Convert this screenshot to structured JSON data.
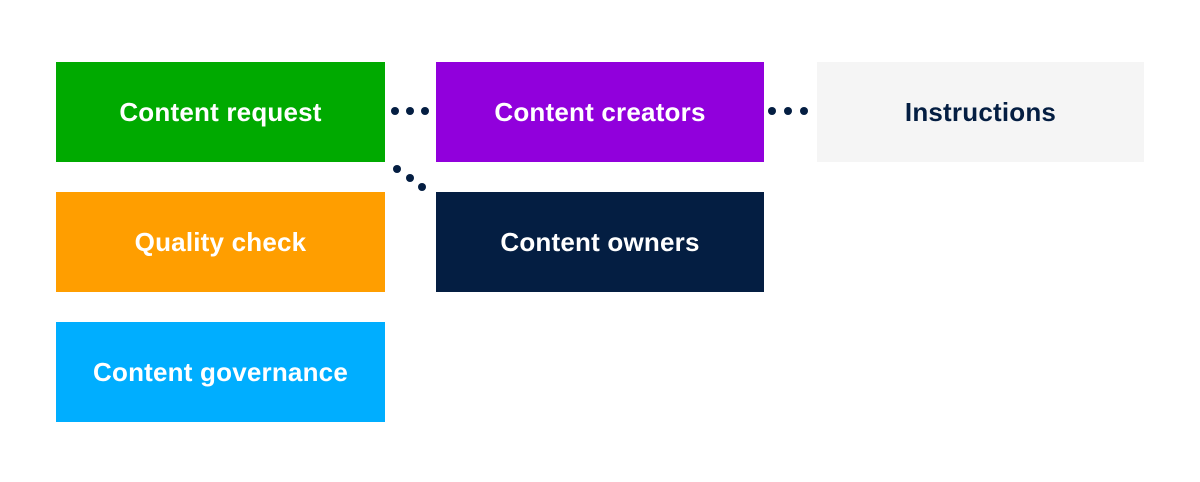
{
  "diagram": {
    "description": "Content workflow diagram with six labeled blocks connected by dotted links",
    "boxes": [
      {
        "id": "content-request",
        "label": "Content request",
        "bg": "#00AA00",
        "fg": "#FFFFFF"
      },
      {
        "id": "content-creators",
        "label": "Content creators",
        "bg": "#9100DC",
        "fg": "#FFFFFF"
      },
      {
        "id": "instructions",
        "label": "Instructions",
        "bg": "#F5F5F5",
        "fg": "#041E42"
      },
      {
        "id": "quality-check",
        "label": "Quality check",
        "bg": "#FF9E00",
        "fg": "#FFFFFF"
      },
      {
        "id": "content-owners",
        "label": "Content owners",
        "bg": "#041E42",
        "fg": "#FFFFFF"
      },
      {
        "id": "content-governance",
        "label": "Content governance",
        "bg": "#00AEFF",
        "fg": "#FFFFFF"
      }
    ],
    "connectors": [
      {
        "from": "content-request",
        "to": "content-creators",
        "style": "dotted",
        "dots": 3,
        "orientation": "horizontal",
        "color": "#041E42"
      },
      {
        "from": "content-creators",
        "to": "instructions",
        "style": "dotted",
        "dots": 3,
        "orientation": "horizontal",
        "color": "#041E42"
      },
      {
        "from": "content-request",
        "to": "content-owners",
        "style": "dotted",
        "dots": 3,
        "orientation": "diagonal",
        "color": "#041E42"
      }
    ],
    "background_color": "#FFFFFF"
  }
}
